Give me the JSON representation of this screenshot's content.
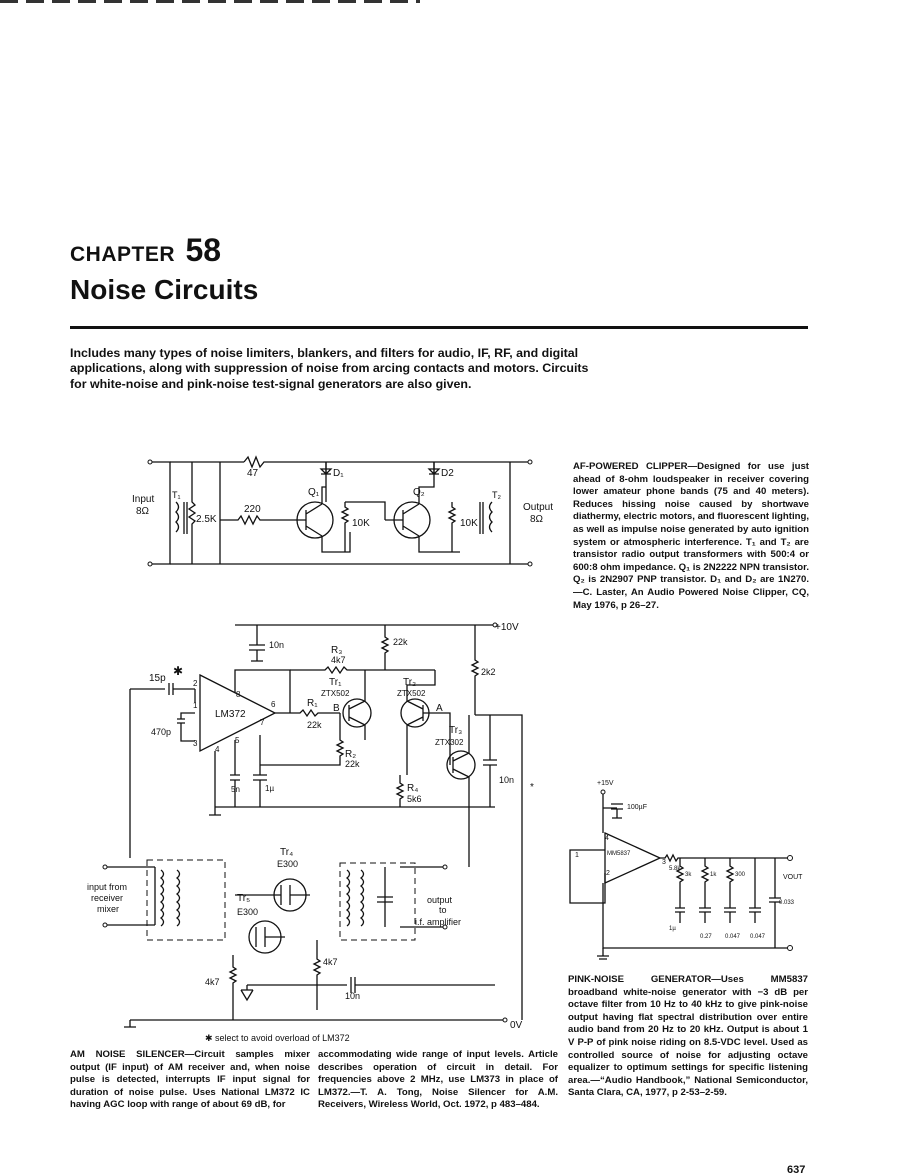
{
  "page": {
    "chapter_word": "CHAPTER",
    "chapter_number": "58",
    "title": "Noise Circuits",
    "intro": "Includes many types of noise limiters, blankers, and filters for audio, IF, RF, and digital applications, along with suppression of noise from arcing contacts and motors. Circuits for white-noise and pink-noise test-signal generators are also given.",
    "page_number": "637"
  },
  "fig_clipper": {
    "labels": {
      "r47": "47",
      "d1": "D₁",
      "d2": "D2",
      "input": "Input",
      "input_ohm": "8Ω",
      "t1": "T₁",
      "pot": "2.5K",
      "r220": "220",
      "q1": "Q₁",
      "q2": "Q₂",
      "r10k_a": "10K",
      "r10k_b": "10K",
      "t2": "T₂",
      "output": "Output",
      "output_ohm": "8Ω"
    },
    "caption_head": "AF-POWERED CLIPPER",
    "caption_body": "—Designed for use just ahead of 8-ohm loudspeaker in receiver covering lower amateur phone bands (75 and 40 meters). Reduces hissing noise caused by shortwave diathermy, electric motors, and fluorescent lighting, as well as impulse noise generated by auto ignition system or atmospheric interference. T₁ and T₂ are transistor radio output transformers with 500:4 or 600:8 ohm impedance. Q₁ is 2N2222 NPN transistor. Q₂ is 2N2907 PNP transistor. D₁ and D₂ are 1N270.—C. Laster, An Audio Powered Noise Clipper, CQ, May 1976, p 26–27."
  },
  "fig_am": {
    "labels": {
      "vplus": "+10V",
      "c10n_top": "10n",
      "r3": "R₃",
      "r3v": "4k7",
      "r22k_top": "22k",
      "tr1": "Tr₁",
      "tr1p": "ZTX502",
      "tr2": "Tr₂",
      "tr2p": "ZTX502",
      "r2k2": "2k2",
      "c15p": "15p",
      "star": "✱",
      "ic": "LM372",
      "c470p": "470p",
      "pin1": "1",
      "pin2": "2",
      "pin3": "3",
      "pin4": "4",
      "pin5": "5",
      "pin6": "6",
      "pin7": "7",
      "pin8": "8",
      "r1": "R₁",
      "r1v": "22k",
      "nodeB": "B",
      "nodeA": "A",
      "r2": "R₂",
      "r2v": "22k",
      "tr3": "Tr₃",
      "tr3p": "ZTX302",
      "r4": "R₄",
      "r4v": "5k6",
      "c10n_right": "10n",
      "c5n": "5n",
      "c1u": "1µ",
      "tr4": "Tr₄",
      "tr4p": "E300",
      "tr5": "Tr₅",
      "tr5p": "E300",
      "in1": "input from",
      "in2": "receiver",
      "in3": "mixer",
      "out1": "output",
      "out2": "to",
      "out3": "i.f. amplifier",
      "r4k7_a": "4k7",
      "r4k7_b": "4k7",
      "c10n_bot": "10n",
      "zero_v": "0V",
      "asterisk": "*",
      "footnote": "✱ select to avoid overload of LM372"
    },
    "caption_head": "AM NOISE SILENCER",
    "caption_body": "—Circuit samples mixer output (IF input) of AM receiver and, when noise pulse is detected, interrupts IF input signal for duration of noise pulse. Uses National LM372 IC having AGC loop with range of about 69 dB, for",
    "caption_body_cont": "accommodating wide range of input levels. Article describes operation of circuit in detail. For frequencies above 2 MHz, use LM373 in place of LM372.—T. A. Tong, Noise Silencer for A.M. Receivers, Wireless World, Oct. 1972, p 483–484."
  },
  "fig_pink": {
    "labels": {
      "v15": "+15V",
      "c100": "100µF",
      "ic": "MM5837",
      "p4": "4",
      "p1": "1",
      "p2": "2",
      "p3": "3",
      "r58": "5.8k",
      "r3k": "3k",
      "r1k": "1k",
      "r300": "300",
      "vout": "VOUT",
      "c1u": "1µ",
      "c027": "0.27",
      "c0047a": "0.047",
      "c0047b": "0.047",
      "c0033": "0.033"
    },
    "caption_head": "PINK-NOISE GENERATOR",
    "caption_body": "—Uses MM5837 broadband white-noise generator with −3 dB per octave filter from 10 Hz to 40 kHz to give pink-noise output having flat spectral distribution over entire audio band from 20 Hz to 20 kHz. Output is about 1 V P-P of pink noise riding on 8.5-VDC level. Used as controlled source of noise for adjusting octave equalizer to optimum settings for specific listening area.—“Audio Handbook,” National Semiconductor, Santa Clara, CA, 1977, p 2-53–2-59."
  }
}
